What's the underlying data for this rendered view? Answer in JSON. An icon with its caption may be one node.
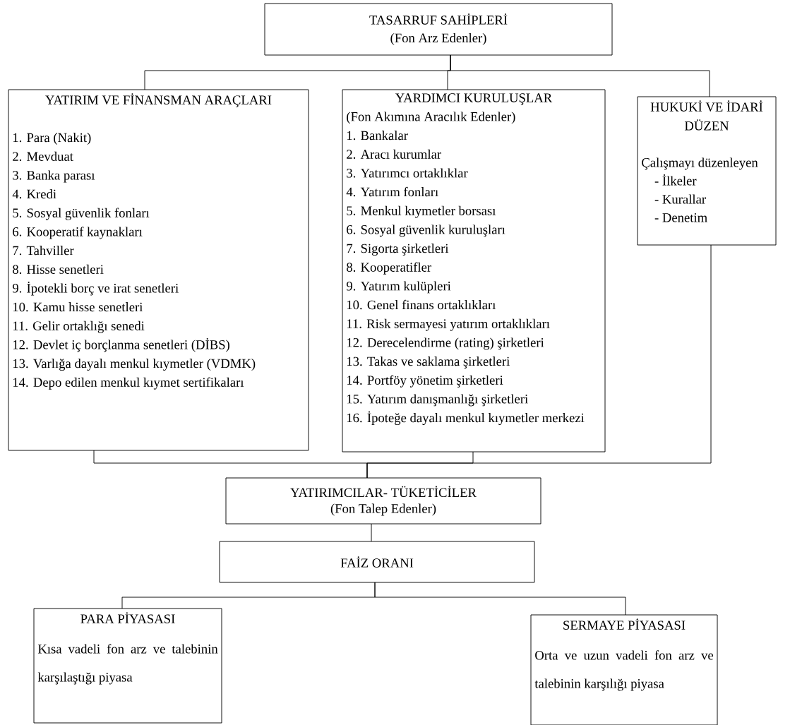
{
  "diagram": {
    "nodes": [
      {
        "text": [
          "TASARRUF SAHİPLERİ",
          "(Fon Arz Edenler)"
        ]
      },
      {
        "text": [
          "YATIRIM VE FİNANSMAN ARAÇLARI",
          "1. Para (Nakit)",
          "2. Mevduat",
          "3. Banka parası",
          "4. Kredi",
          "5. Sosyal güvenlik fonları",
          "6. Kooperatif kaynakları",
          "7. Tahviller",
          "8. Hisse senetleri",
          "9. İpotekli borç ve irat senetleri",
          "10. Kamu hisse senetleri",
          "11. Gelir ortaklığı senedi",
          "12. Devlet iç borçlanma senetleri (DİBS)",
          "13. Varlığa dayalı menkul kıymetler (VDMK)",
          "14. Depo edilen menkul kıymet sertifikaları"
        ]
      },
      {
        "text": [
          "YARDIMCI KURULUŞLAR",
          "(Fon Akımına Aracılık Edenler)",
          "1. Bankalar",
          "2. Aracı kurumlar",
          "3. Yatırımcı ortaklıklar",
          "4. Yatırım fonları",
          "5. Menkul kıymetler borsası",
          "6. Sosyal güvenlik kuruluşları",
          "7. Sigorta şirketleri",
          "8. Kooperatifler",
          "9. Yatırım kulüpleri",
          "10. Genel finans ortaklıkları",
          "11. Risk sermayesi yatırım ortaklıkları",
          "12. Derecelendirme (rating) şirketleri",
          "13. Takas ve saklama şirketleri",
          "14. Portföy yönetim şirketleri",
          "15. Yatırım danışmanlığı şirketleri",
          "16. İpoteğe dayalı menkul kıymetler merkezi"
        ]
      },
      {
        "text": [
          "HUKUKİ VE İDARİ DÜZEN",
          "Çalışmayı düzenleyen",
          "- İlkeler",
          "- Kurallar",
          "- Denetim"
        ]
      },
      {
        "text": [
          "YATIRIMCILAR- TÜKETİCİLER",
          "(Fon Talep Edenler)"
        ]
      },
      {
        "text": [
          "FAİZ ORANI"
        ]
      },
      {
        "text": [
          "PARA PİYASASI",
          "Kısa vadeli fon arz ve talebinin karşılaştığı piyasa"
        ]
      },
      {
        "text": [
          "SERMAYE PİYASASI",
          "Orta ve uzun vadeli fon arz ve talebinin karşılığı piyasa"
        ]
      }
    ],
    "edges": [
      {
        "from": 0,
        "to": 1,
        "arrow": "none"
      },
      {
        "from": 0,
        "to": 2,
        "arrow": "none"
      },
      {
        "from": 0,
        "to": 3,
        "arrow": "none"
      },
      {
        "from": 1,
        "to": 4,
        "arrow": "none"
      },
      {
        "from": 2,
        "to": 4,
        "arrow": "none"
      },
      {
        "from": 3,
        "to": 4,
        "arrow": "none"
      },
      {
        "from": 4,
        "to": 5,
        "arrow": "none"
      },
      {
        "from": 5,
        "to": 6,
        "arrow": "none"
      },
      {
        "from": 5,
        "to": 7,
        "arrow": "none"
      }
    ]
  }
}
